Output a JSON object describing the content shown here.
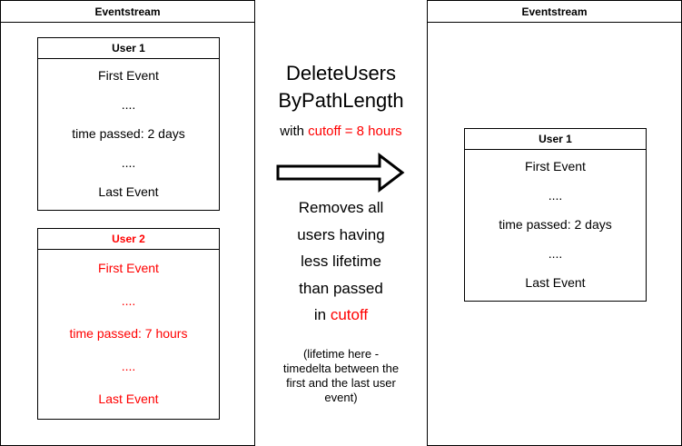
{
  "left_stream": {
    "title": "Eventstream",
    "users": [
      {
        "name": "User 1",
        "first_event": "First Event",
        "dots_1": "....",
        "time_passed": "time passed: 2 days",
        "dots_2": "....",
        "last_event": "Last Event",
        "highlight": false
      },
      {
        "name": "User 2",
        "first_event": "First Event",
        "dots_1": "....",
        "time_passed": "time passed: 7 hours",
        "dots_2": "....",
        "last_event": "Last Event",
        "highlight": true
      }
    ]
  },
  "operation": {
    "name_line_1": "DeleteUsers",
    "name_line_2": "ByPathLength",
    "with_prefix": "with ",
    "cutoff_text": "cutoff = 8 hours",
    "description_lines": [
      "Removes all",
      "users having",
      "less lifetime",
      "than passed"
    ],
    "description_last_prefix": "in ",
    "description_last_highlight": "cutoff",
    "note_lines": [
      "(lifetime here -",
      "timedelta between the",
      "first and the last user",
      "event)"
    ],
    "arrow_icon": "right-arrow-icon"
  },
  "right_stream": {
    "title": "Eventstream",
    "users": [
      {
        "name": "User 1",
        "first_event": "First Event",
        "dots_1": "....",
        "time_passed": "time passed: 2 days",
        "dots_2": "....",
        "last_event": "Last Event"
      }
    ]
  },
  "colors": {
    "highlight": "#ff0000",
    "text": "#000000",
    "border": "#000000"
  }
}
